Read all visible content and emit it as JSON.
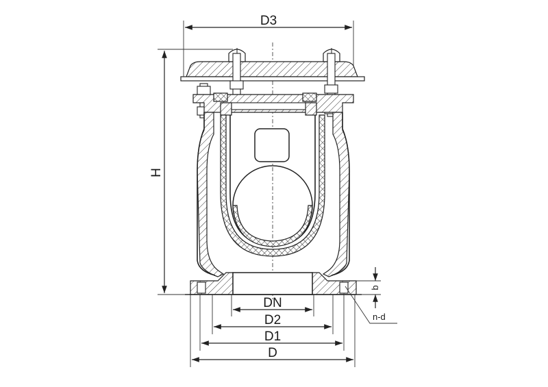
{
  "diagram": {
    "labels": {
      "d3": "D3",
      "h": "H",
      "dn": "DN",
      "d2": "D2",
      "d1": "D1",
      "d": "D",
      "b": "b",
      "nd": "n-d"
    }
  }
}
